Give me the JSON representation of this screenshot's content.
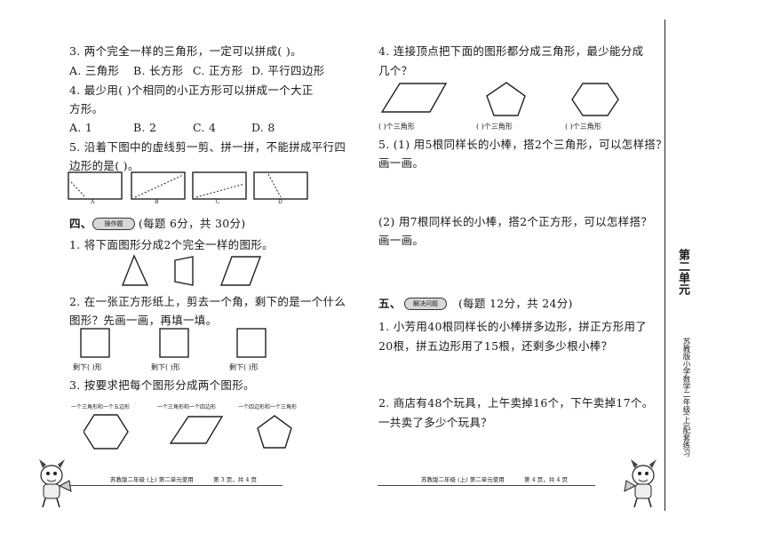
{
  "left": {
    "q3": {
      "stem": "3. 两个完全一样的三角形，一定可以拼成(    )。",
      "options": [
        "A. 三角形",
        "B. 长方形",
        "C. 正方形",
        "D. 平行四边形"
      ]
    },
    "q4": {
      "line1": "4. 最少用(    )个相同的小正方形可以拼成一个大正",
      "line2": "方形。",
      "options": [
        "A. 1",
        "B. 2",
        "C. 4",
        "D. 8"
      ]
    },
    "q5": {
      "line1": "5. 沿着下图中的虚线剪一剪、拼一拼，不能拼成平行四",
      "line2": "边形的是(    )。",
      "labels": [
        "A",
        "B",
        "C",
        "D"
      ]
    },
    "section4": {
      "num": "四、",
      "badge": "操作题",
      "points": "(每题 6分，共 30分)"
    },
    "s4q1": "1. 将下面图形分成2个完全一样的图形。",
    "s4q2": {
      "line1": "2. 在一张正方形纸上，剪去一个角，剩下的是一个什么",
      "line2": "图形？先画一画，再填一填。",
      "captions": [
        "剩下(     )形",
        "剩下(     )形",
        "剩下(     )形"
      ]
    },
    "s4q3": {
      "stem": "3. 按要求把每个图形分成两个图形。",
      "captions": [
        "一个三角形和一个五边形",
        "一个三角形和一个四边形",
        "一个四边形和一个三角形"
      ]
    },
    "footer": {
      "title": "苏教版二年级  (上)  第二单元使用",
      "page": "第 3 页，共 4 页"
    }
  },
  "right": {
    "q4": {
      "line1": "4. 连接顶点把下面的图形都分成三角形，最少能分成",
      "line2": "几个？",
      "captions": [
        "(     )个三角形",
        "(     )个三角形",
        "(     )个三角形"
      ]
    },
    "q5a": {
      "line1": "5. (1) 用5根同样长的小棒，搭2个三角形，可以怎样搭？",
      "line2": "画一画。"
    },
    "q5b": {
      "line1": "(2) 用7根同样长的小棒，搭2个正方形，可以怎样搭？",
      "line2": "画一画。"
    },
    "section5": {
      "num": "五、",
      "badge": "解决问题",
      "points": "(每题 12分，共 24分)"
    },
    "s5q1": {
      "line1": "1. 小芳用40根同样长的小棒拼多边形，拼正方形用了",
      "line2": "20根，拼五边形用了15根，还剩多少根小棒？"
    },
    "s5q2": {
      "line1": "2. 商店有48个玩具，上午卖掉16个，下午卖掉17个。",
      "line2": "一共卖了多少个玩具？"
    },
    "footer": {
      "title": "苏教版二年级  (上)  第二单元使用",
      "page": "第 4 页，共 4 页"
    }
  },
  "sidebar": {
    "unit": "第二单元",
    "series": "苏教版小学数学二年级(上)配套练习"
  }
}
